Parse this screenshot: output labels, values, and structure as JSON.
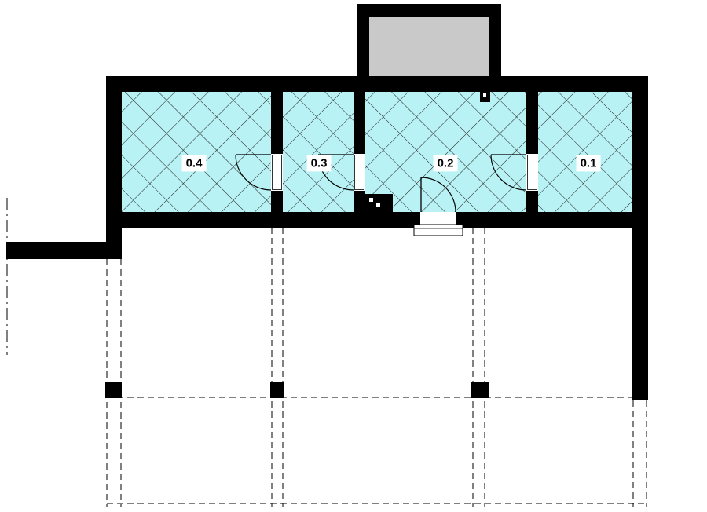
{
  "plan": {
    "rooms": [
      {
        "label": "0.4"
      },
      {
        "label": "0.3"
      },
      {
        "label": "0.2"
      },
      {
        "label": "0.1"
      }
    ],
    "colors": {
      "wall": "#000000",
      "hatch_fill": "#b9f2f4",
      "hatch_line": "#1c1c1c",
      "vestibule_fill": "#c9c9c9",
      "background": "#ffffff"
    }
  }
}
